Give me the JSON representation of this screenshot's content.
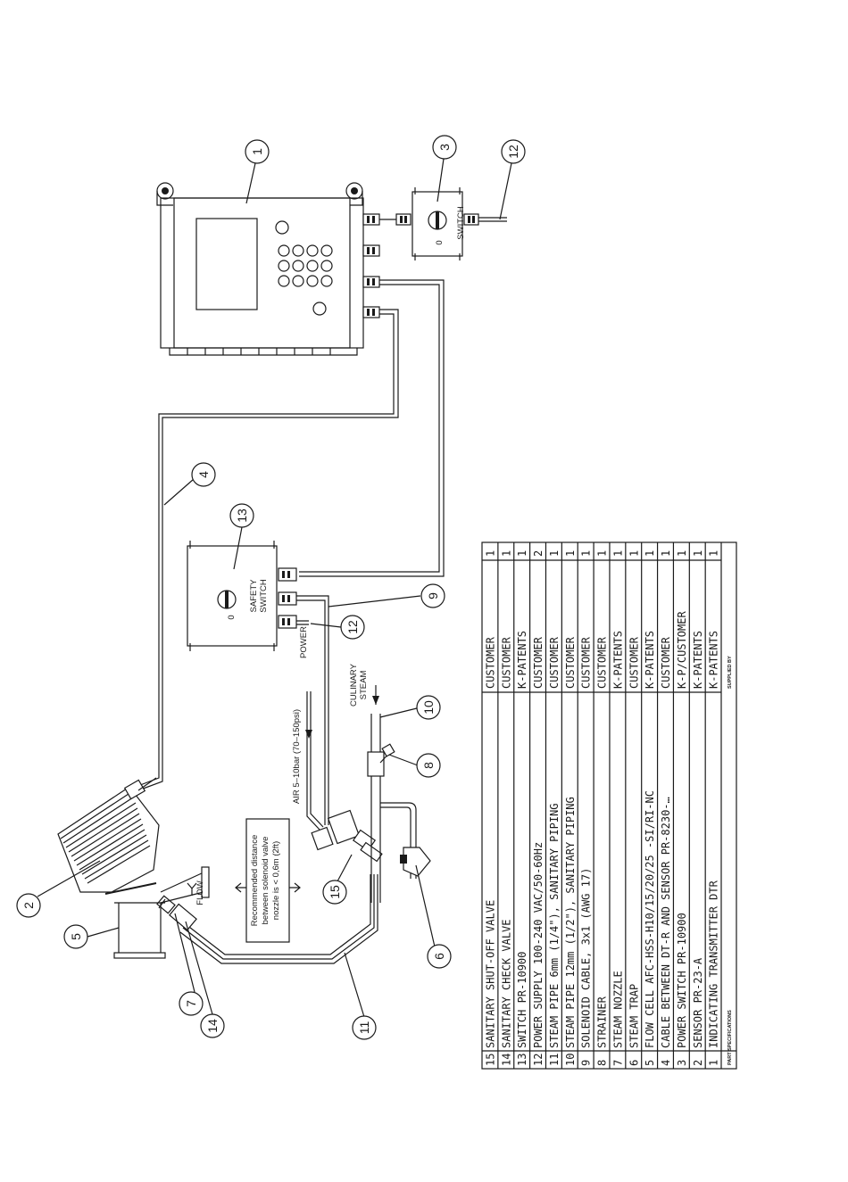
{
  "balloons": [
    "1",
    "2",
    "3",
    "4",
    "5",
    "6",
    "7",
    "8",
    "9",
    "10",
    "11",
    "12",
    "12",
    "13",
    "14",
    "15"
  ],
  "labels": {
    "switch3": "SWITCH",
    "switch3_zero": "0",
    "safety_switch_line1": "SAFETY",
    "safety_switch_line2": "SWITCH",
    "safety_zero": "0",
    "power": "POWER",
    "culinary_line1": "CULINARY",
    "culinary_line2": "STEAM",
    "air": "AIR 5–10bar (70–150psi)",
    "flow": "FLOW",
    "note_line1": "Recommended distance",
    "note_line2": "between solenoid valve",
    "note_line3": "nozzle is < 0,6m (2ft)"
  },
  "parts_table": {
    "footer_desc": "PART SPECIFICATIONS",
    "footer_supplier": "SUPPLIED BY",
    "rows": [
      {
        "no": "15",
        "desc": "SANITARY SHUT-OFF VALVE",
        "supplier": "CUSTOMER",
        "qty": "1"
      },
      {
        "no": "14",
        "desc": "SANITARY CHECK VALVE",
        "supplier": "CUSTOMER",
        "qty": "1"
      },
      {
        "no": "13",
        "desc": "SWITCH PR-10900",
        "supplier": "K-PATENTS",
        "qty": "1"
      },
      {
        "no": "12",
        "desc": "POWER SUPPLY 100-240 VAC/50-60Hz",
        "supplier": "CUSTOMER",
        "qty": "2"
      },
      {
        "no": "11",
        "desc": "STEAM PIPE 6mm (1/4\"), SANITARY PIPING",
        "supplier": "CUSTOMER",
        "qty": "1"
      },
      {
        "no": "10",
        "desc": "STEAM PIPE 12mm (1/2\"), SANITARY PIPING",
        "supplier": "CUSTOMER",
        "qty": "1"
      },
      {
        "no": "9",
        "desc": "SOLENOID CABLE, 3x1 (AWG 17)",
        "supplier": "CUSTOMER",
        "qty": "1"
      },
      {
        "no": "8",
        "desc": "STRAINER",
        "supplier": "CUSTOMER",
        "qty": "1"
      },
      {
        "no": "7",
        "desc": "STEAM NOZZLE",
        "supplier": "K-PATENTS",
        "qty": "1"
      },
      {
        "no": "6",
        "desc": "STEAM TRAP",
        "supplier": "CUSTOMER",
        "qty": "1"
      },
      {
        "no": "5",
        "desc": "FLOW CELL AFC-HSS-H10/15/20/25 -SI/RI-NC",
        "supplier": "K-PATENTS",
        "qty": "1"
      },
      {
        "no": "4",
        "desc": "CABLE BETWEEN DT-R AND SENSOR PR-8230-…",
        "supplier": "CUSTOMER",
        "qty": "1"
      },
      {
        "no": "3",
        "desc": "POWER SWITCH PR-10900",
        "supplier": "K-P/CUSTOMER",
        "qty": "1"
      },
      {
        "no": "2",
        "desc": "SENSOR PR-23-A",
        "supplier": "K-PATENTS",
        "qty": "1"
      },
      {
        "no": "1",
        "desc": "INDICATING TRANSMITTER DTR",
        "supplier": "K-PATENTS",
        "qty": "1"
      }
    ]
  }
}
